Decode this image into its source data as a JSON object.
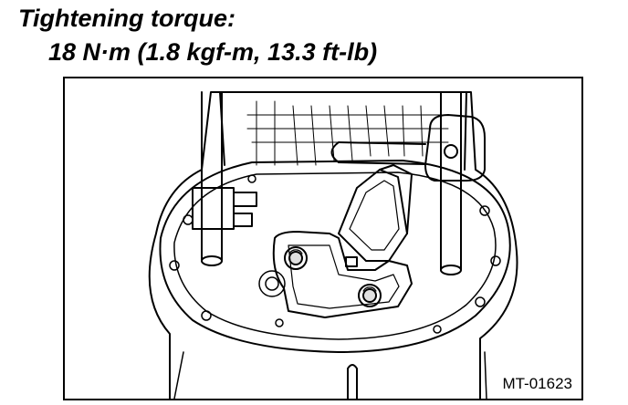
{
  "caption": {
    "line1": "Tightening torque:",
    "line2": "18 N·m (1.8 kgf-m, 13.3 ft-lb)"
  },
  "figure": {
    "code": "MT-01623"
  }
}
